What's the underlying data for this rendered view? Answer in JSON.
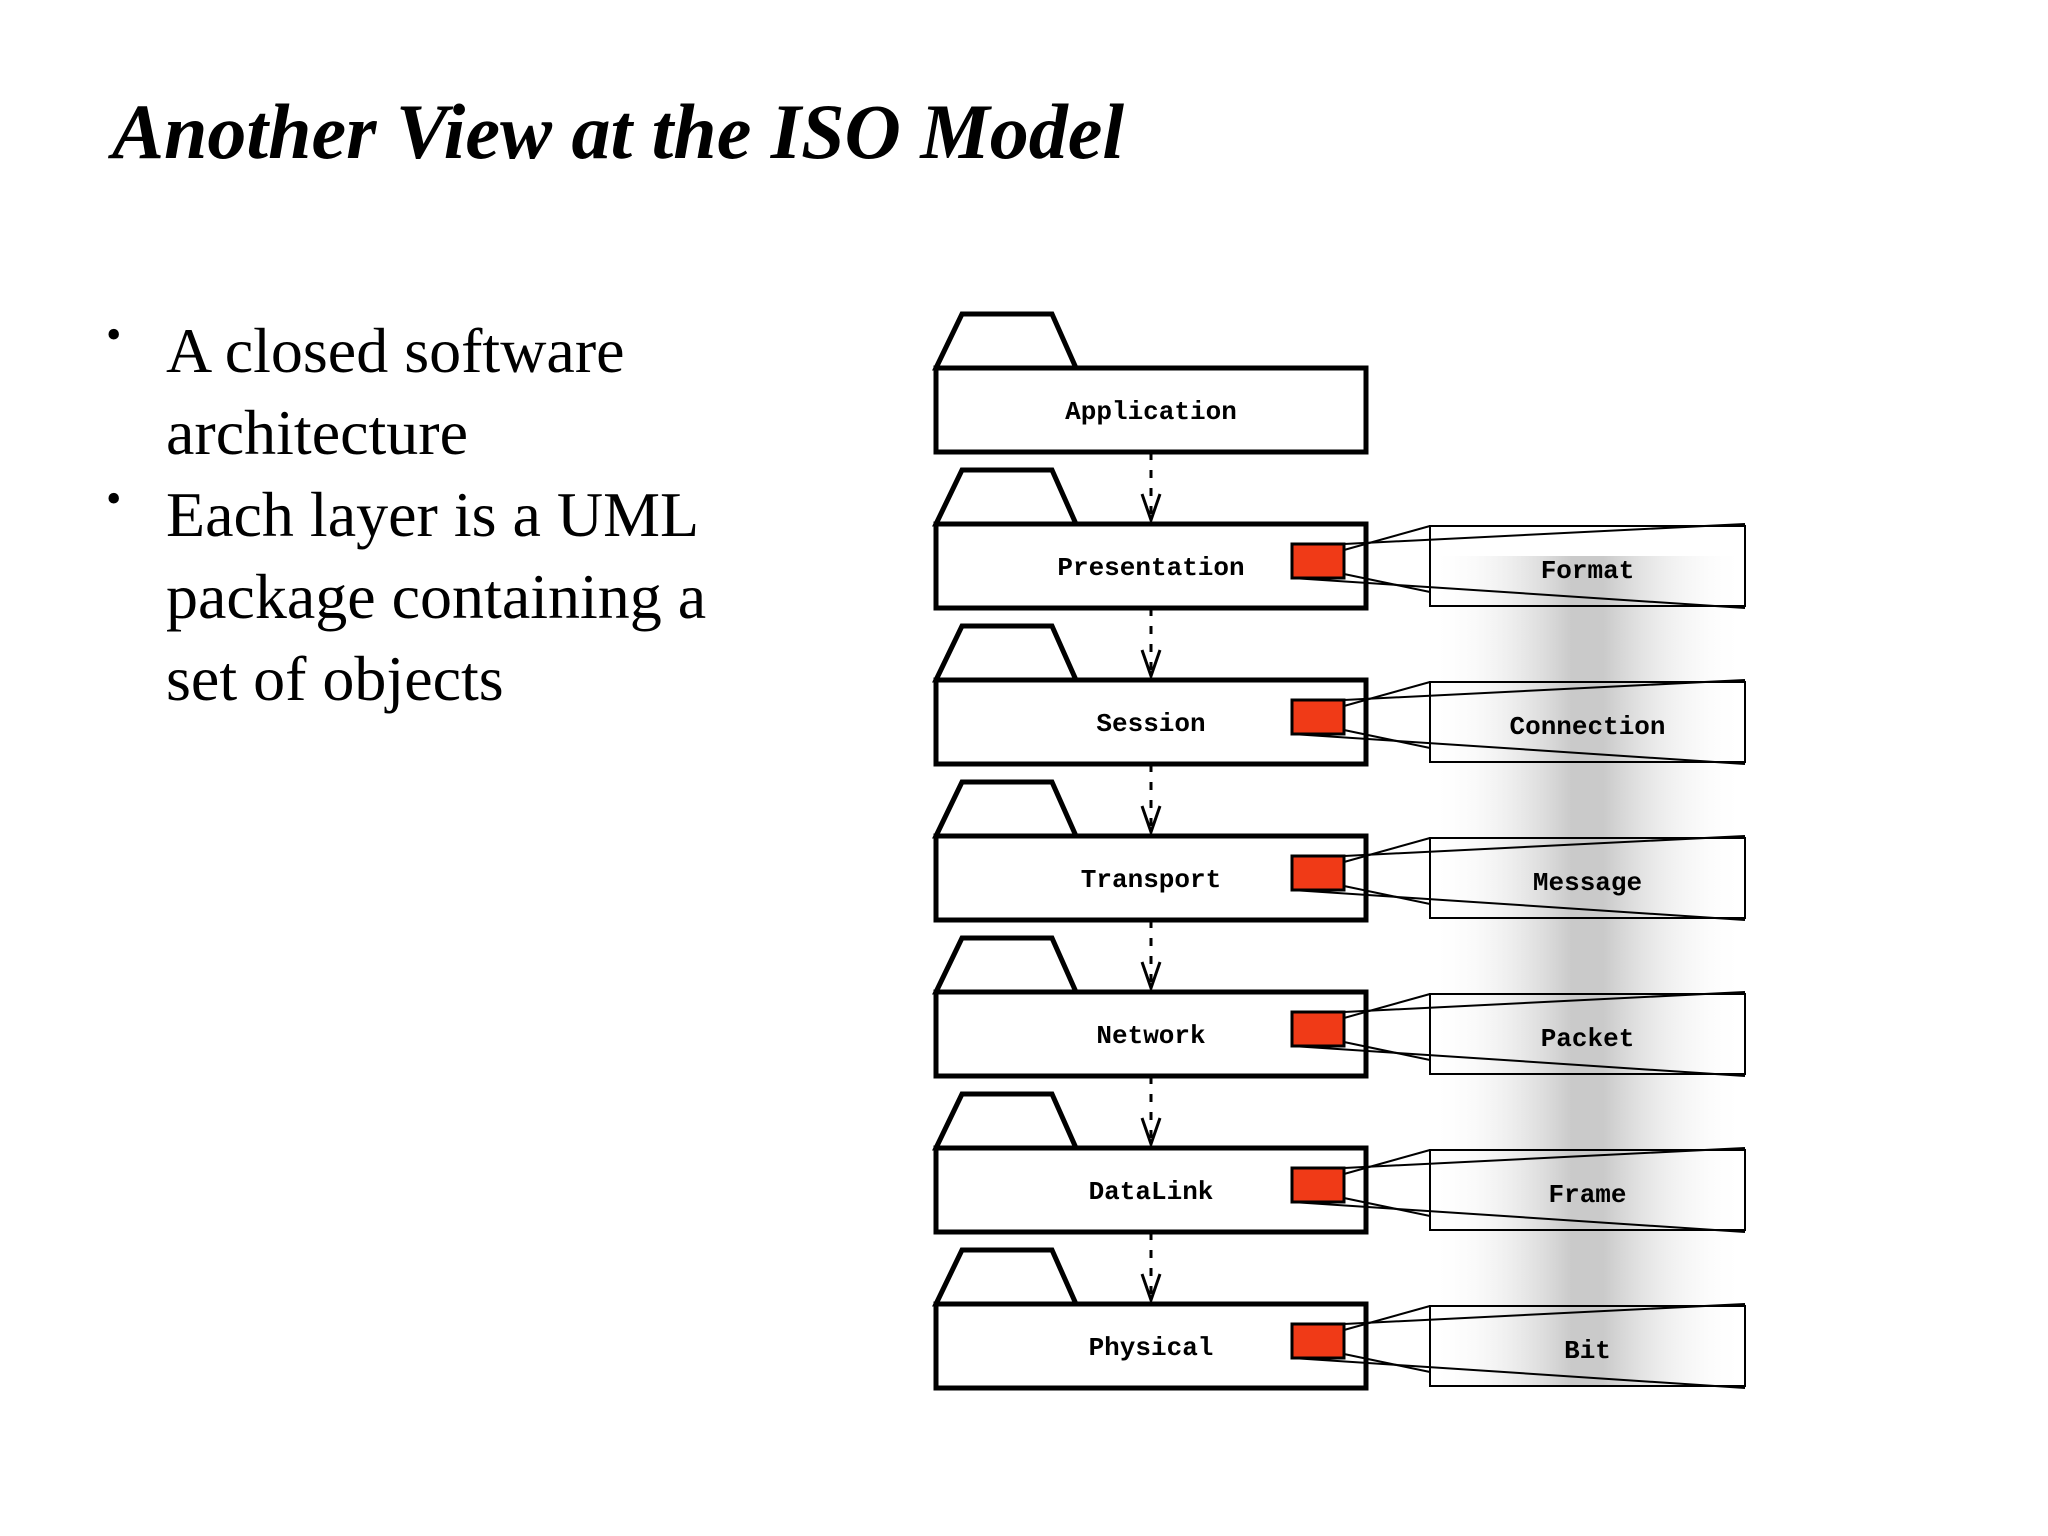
{
  "slide": {
    "title": "Another View at the ISO Model",
    "bullets": [
      {
        "mark": "•",
        "text": "A closed software architecture"
      },
      {
        "mark": "•",
        "text": "Each layer is a UML package containing a set of objects"
      }
    ]
  },
  "diagram": {
    "layers": [
      {
        "name": "Application",
        "object": ""
      },
      {
        "name": "Presentation",
        "object": "Format"
      },
      {
        "name": "Session",
        "object": "Connection"
      },
      {
        "name": "Transport",
        "object": "Message"
      },
      {
        "name": "Network",
        "object": "Packet"
      },
      {
        "name": "DataLink",
        "object": "Frame"
      },
      {
        "name": "Physical",
        "object": "Bit"
      }
    ],
    "colors": {
      "stroke": "#000000",
      "object_marker": "#f03a17",
      "fill": "#ffffff"
    }
  }
}
